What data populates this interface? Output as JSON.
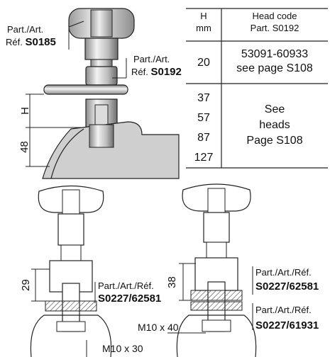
{
  "top_left_label": {
    "line1": "Part./Art.",
    "prefix": "Réf. ",
    "code": "S0185"
  },
  "top_mid_label": {
    "line1": "Part./Art.",
    "prefix": "Réf. ",
    "code": "S0192"
  },
  "top_dims": {
    "h": "H",
    "d48": "48"
  },
  "table": {
    "col1_header": [
      "H",
      "mm"
    ],
    "col2_header": [
      "Head code",
      "Part. S0192"
    ],
    "row1": {
      "h": "20",
      "code_line1": "53091-60933",
      "code_line2": "see page S108"
    },
    "rows_h": [
      "37",
      "57",
      "87",
      "127"
    ],
    "see_heads": [
      "See",
      "heads",
      "Page S108"
    ]
  },
  "bottom_left": {
    "dim": "29",
    "label_line1": "Part./Art./Réf.",
    "label_code": "S0227/62581",
    "screw": "M10 x 30"
  },
  "bottom_right": {
    "dim": "38",
    "label1_line1": "Part./Art./Réf.",
    "label1_code": "S0227/62581",
    "label2_line1": "Part./Art./Réf.",
    "label2_code": "S0227/61931",
    "screw": "M10 x 40"
  }
}
